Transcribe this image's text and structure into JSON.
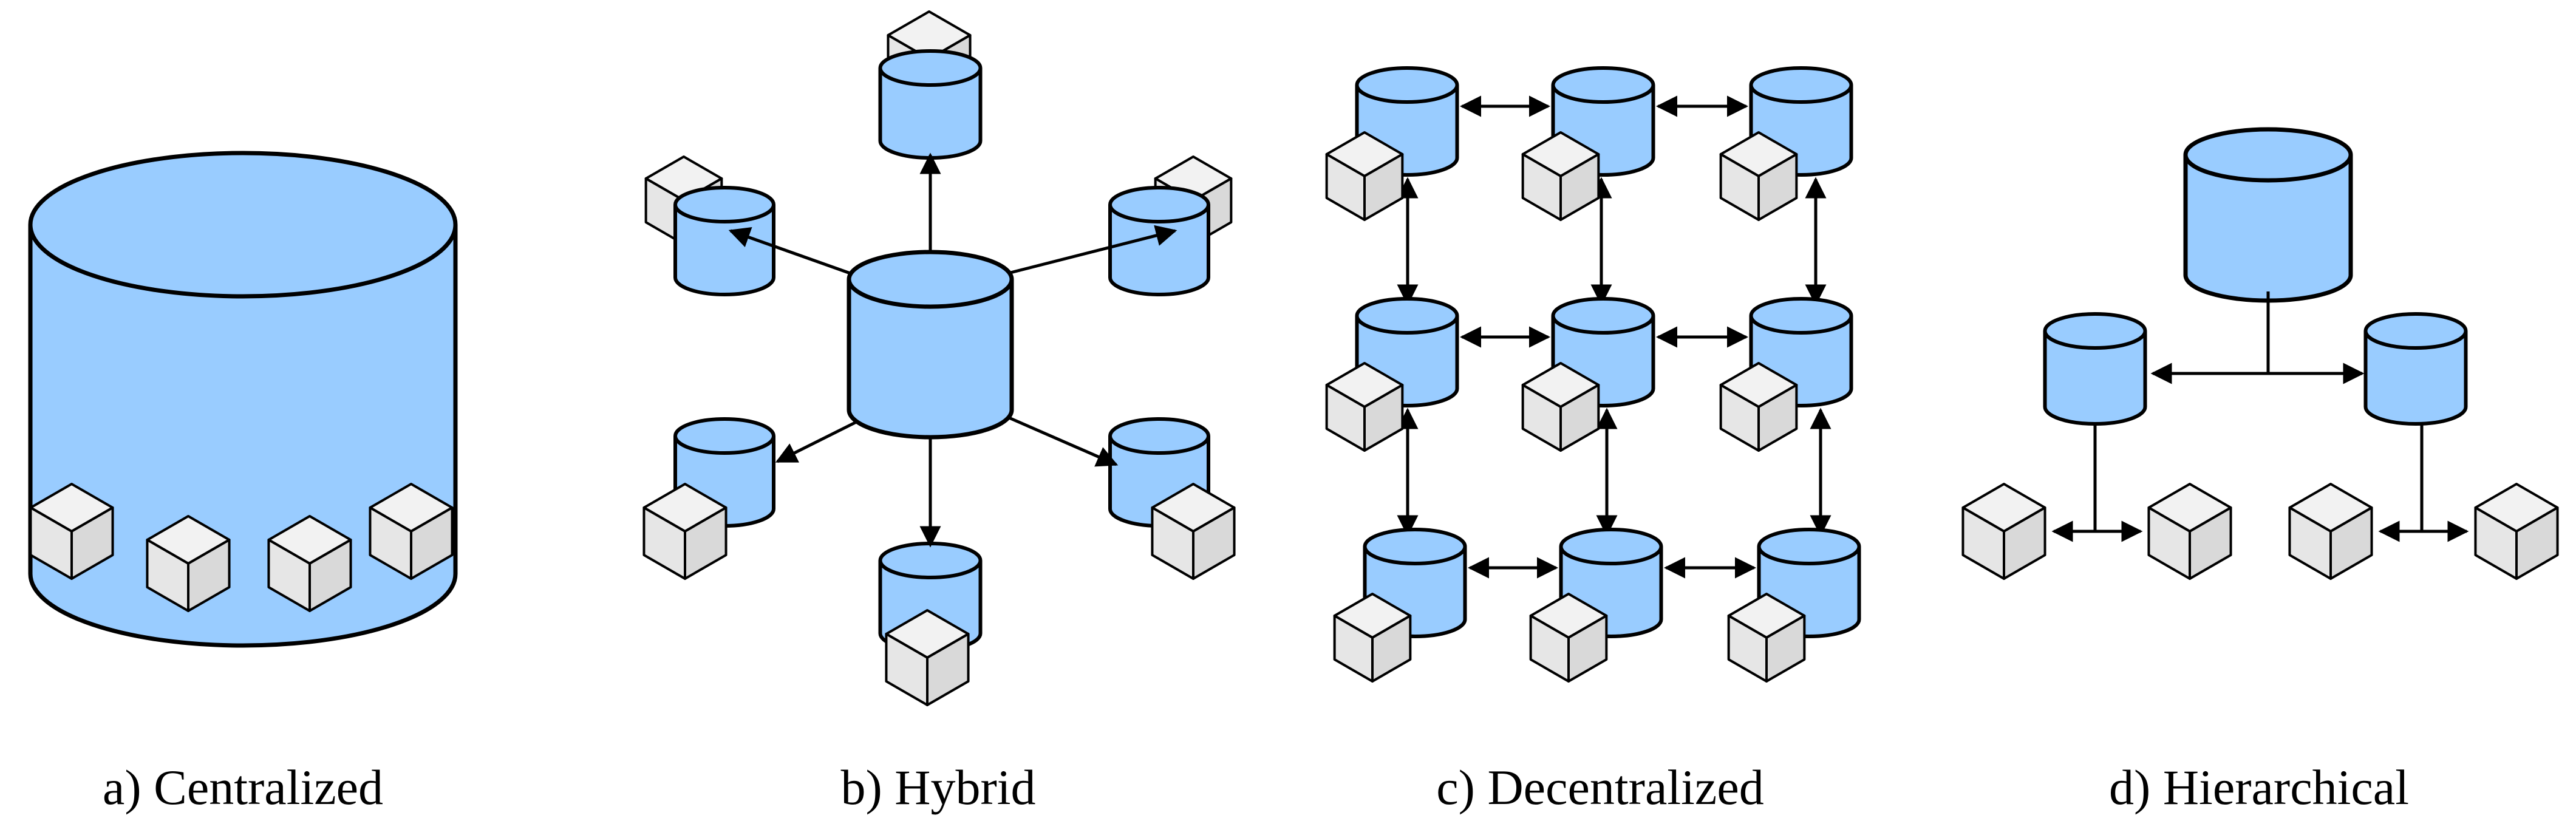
{
  "colors": {
    "server_fill": "#99ccff",
    "client_fill_top": "#f2f2f2",
    "client_fill_left": "#e6e6e6",
    "client_fill_right": "#d9d9d9",
    "stroke": "#000000",
    "background": "#ffffff"
  },
  "panels": [
    {
      "id": "centralized",
      "caption": "a) Centralized"
    },
    {
      "id": "hybrid",
      "caption": "b) Hybrid"
    },
    {
      "id": "decentralized",
      "caption": "c) Decentralized"
    },
    {
      "id": "hierarchical",
      "caption": "d) Hierarchical"
    }
  ],
  "icons": {
    "server": "database-cylinder-icon",
    "client": "cube-client-icon"
  }
}
